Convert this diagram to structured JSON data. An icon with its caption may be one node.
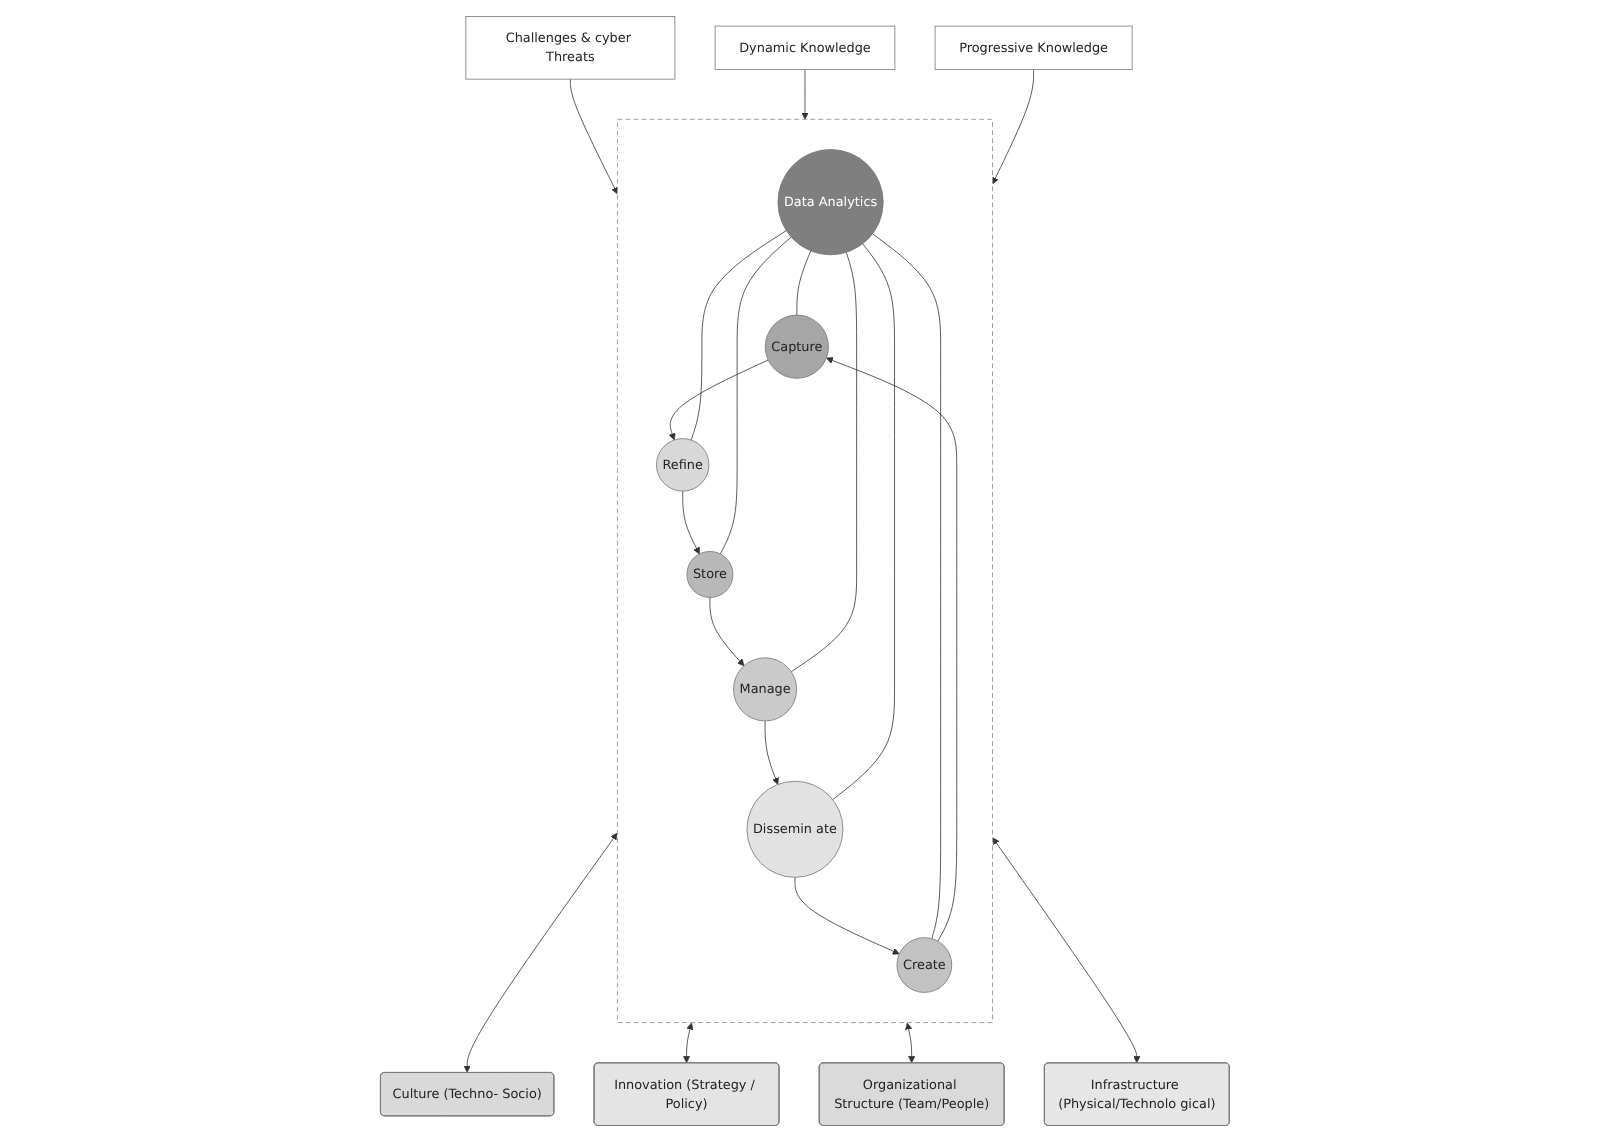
{
  "diagram": {
    "nodes": [
      {
        "text": [
          "Challenges & cyber Threats"
        ]
      },
      {
        "text": [
          "Culture (Techno- Socio)"
        ]
      },
      {
        "text": [
          "Innovation (Strategy / Policy)"
        ]
      },
      {
        "text": [],
        "shape": "box"
      },
      {
        "text": [
          "Capture"
        ],
        "in": 3
      },
      {
        "text": [
          "Create"
        ],
        "in": 3
      },
      {
        "text": [
          "Refine"
        ],
        "in": 3
      },
      {
        "text": [
          "Data Analytics"
        ],
        "in": 3
      },
      {
        "text": [
          "Dissemin ate"
        ],
        "in": 3
      },
      {
        "text": [
          "Store"
        ],
        "in": 3
      },
      {
        "text": [
          "Manage"
        ],
        "in": 3
      },
      {
        "text": [
          "Dynamic Knowledge"
        ]
      },
      {
        "text": [
          "Progressive Knowledge"
        ]
      },
      {
        "text": [
          "Organizational Structure (Team/People)"
        ]
      },
      {
        "text": [
          "Infrastructure (Physical/Technolo gical)"
        ]
      }
    ],
    "edges": [
      {
        "from": 0,
        "to": 3,
        "arrow": "to"
      },
      {
        "from": 3,
        "to": 1,
        "arrow": "both"
      },
      {
        "from": 3,
        "to": 2,
        "arrow": "both"
      },
      {
        "from": 5,
        "to": 4,
        "arrow": "to"
      },
      {
        "from": 4,
        "to": 6,
        "arrow": "to"
      },
      {
        "from": 6,
        "to": 9,
        "arrow": "to"
      },
      {
        "from": 9,
        "to": 10,
        "arrow": "to"
      },
      {
        "from": 10,
        "to": 8,
        "arrow": "to"
      },
      {
        "from": 8,
        "to": 5,
        "arrow": "to"
      },
      {
        "from": 7,
        "to": 4,
        "arrow": "none"
      },
      {
        "from": 7,
        "to": 5,
        "arrow": "none"
      },
      {
        "from": 7,
        "to": 6,
        "arrow": "none"
      },
      {
        "from": 7,
        "to": 8,
        "arrow": "none"
      },
      {
        "from": 7,
        "to": 9,
        "arrow": "none"
      },
      {
        "from": 7,
        "to": 10,
        "arrow": "none"
      },
      {
        "from": 11,
        "to": 3,
        "arrow": "to"
      },
      {
        "from": 12,
        "to": 3,
        "arrow": "to"
      },
      {
        "from": 3,
        "to": 13,
        "arrow": "both"
      },
      {
        "from": 3,
        "to": 14,
        "arrow": "both"
      }
    ]
  }
}
